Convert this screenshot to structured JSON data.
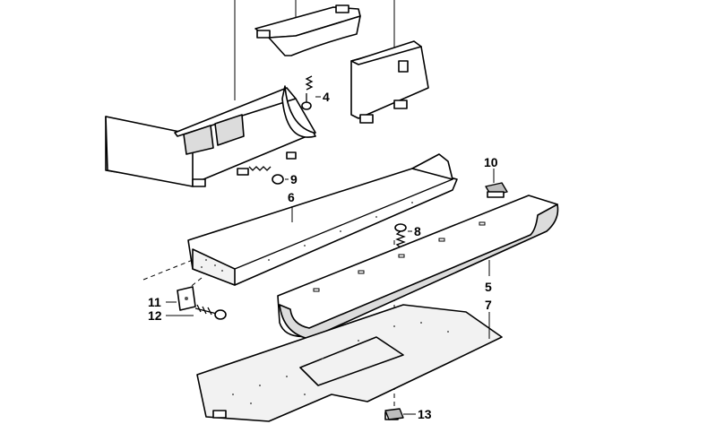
{
  "diagram": {
    "callouts": [
      {
        "id": "4",
        "label": "4"
      },
      {
        "id": "5",
        "label": "5"
      },
      {
        "id": "6",
        "label": "6"
      },
      {
        "id": "7",
        "label": "7"
      },
      {
        "id": "8",
        "label": "8"
      },
      {
        "id": "9",
        "label": "9"
      },
      {
        "id": "10",
        "label": "10"
      },
      {
        "id": "11",
        "label": "11"
      },
      {
        "id": "12",
        "label": "12"
      },
      {
        "id": "13",
        "label": "13"
      }
    ]
  }
}
